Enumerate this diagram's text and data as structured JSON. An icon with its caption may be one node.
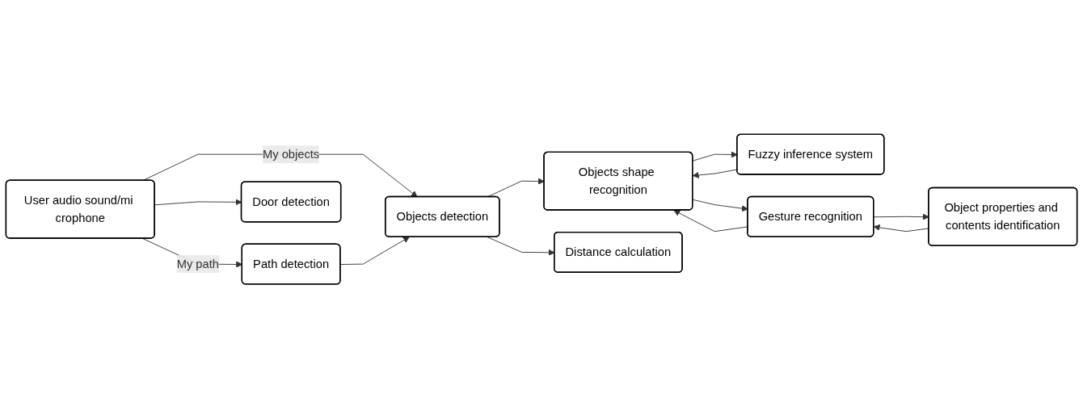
{
  "diagram": {
    "nodes": [
      {
        "text": [
          "User audio sound/mi crophone"
        ]
      },
      {
        "text": [
          "Path detection"
        ]
      },
      {
        "text": [
          "Objects detection"
        ]
      },
      {
        "text": [
          "Door detection"
        ]
      },
      {
        "text": [
          "Fuzzy inference system"
        ]
      },
      {
        "text": [
          "Objects shape recognition"
        ]
      },
      {
        "text": [
          "Gesture recognition"
        ]
      },
      {
        "text": [
          "Distance calculation"
        ]
      },
      {
        "text": [
          "Object properties and contents identification"
        ]
      }
    ],
    "edges": [
      {
        "from": 0,
        "to": 1,
        "arrow": "to",
        "label": "My path"
      },
      {
        "from": 0,
        "to": 2,
        "arrow": "to",
        "label": "My objects"
      },
      {
        "from": 0,
        "to": 3,
        "arrow": "to"
      },
      {
        "from": 1,
        "to": 2,
        "arrow": "to"
      },
      {
        "from": 2,
        "to": 5,
        "arrow": "to"
      },
      {
        "from": 2,
        "to": 7,
        "arrow": "to"
      },
      {
        "from": 4,
        "to": 5,
        "arrow": "to"
      },
      {
        "from": 5,
        "to": 4,
        "arrow": "to"
      },
      {
        "from": 5,
        "to": 6,
        "arrow": "to"
      },
      {
        "from": 6,
        "to": 5,
        "arrow": "to"
      },
      {
        "from": 6,
        "to": 8,
        "arrow": "to"
      },
      {
        "from": 8,
        "to": 6,
        "arrow": "to"
      }
    ]
  }
}
